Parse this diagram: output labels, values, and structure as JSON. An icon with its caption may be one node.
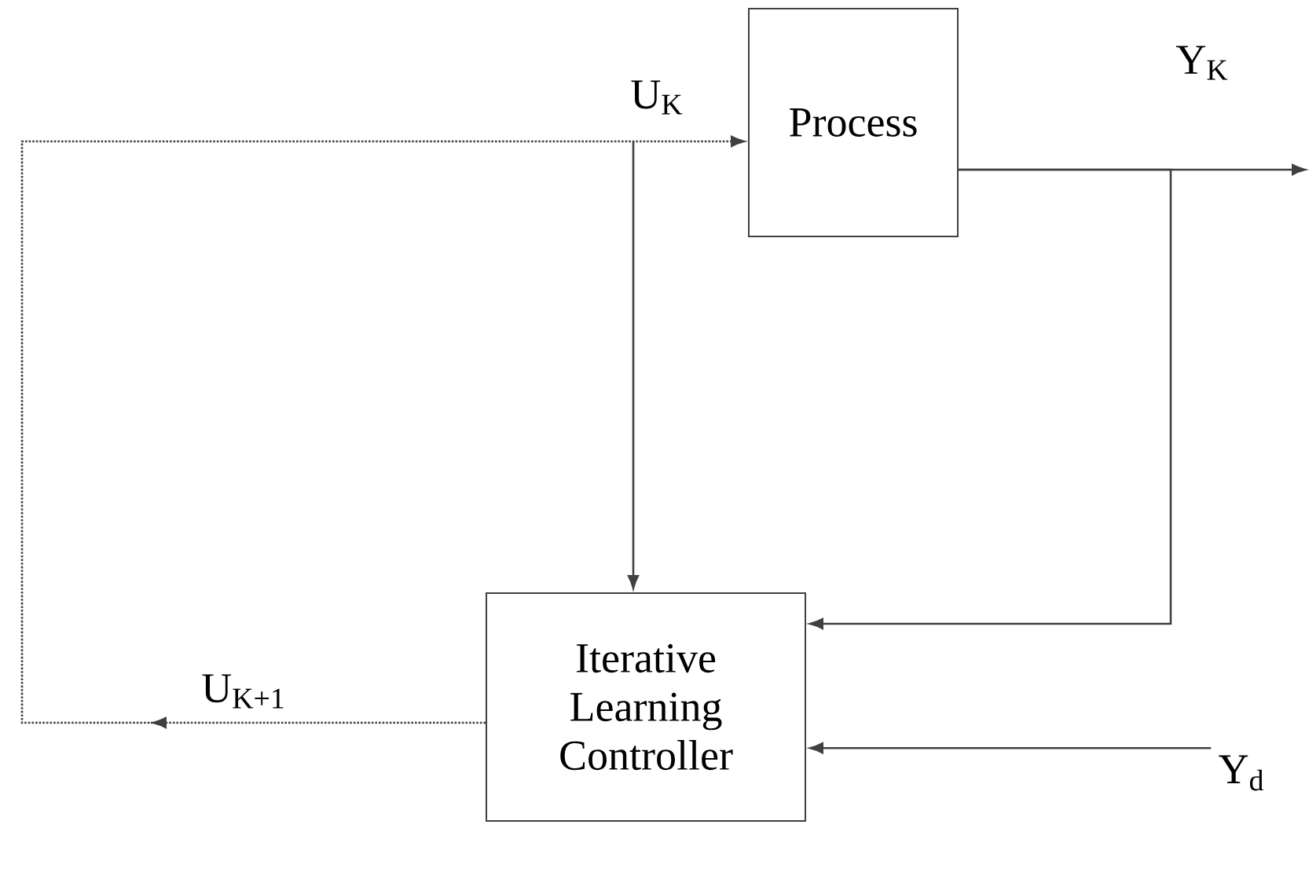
{
  "diagram": {
    "nodes": [
      {
        "text": [
          "Process"
        ]
      },
      {
        "text": [
          "Iterative Learning Controller"
        ]
      },
      {
        "text": [
          "Y$_{d}$"
        ]
      }
    ],
    "edges": [
      {
        "from": 1,
        "to": 0,
        "arrow": "to",
        "label": "U$_{K+1}$",
        "style": "dashed"
      },
      {
        "from": null,
        "to": 1,
        "arrow": "to"
      },
      {
        "from": 0,
        "to": null,
        "arrow": "to",
        "label": "Y$_{K}$"
      },
      {
        "from": 0,
        "to": 1,
        "arrow": "to"
      },
      {
        "from": 2,
        "to": 1,
        "arrow": "to"
      }
    ],
    "labels": [
      "U$_{K}$"
    ]
  }
}
